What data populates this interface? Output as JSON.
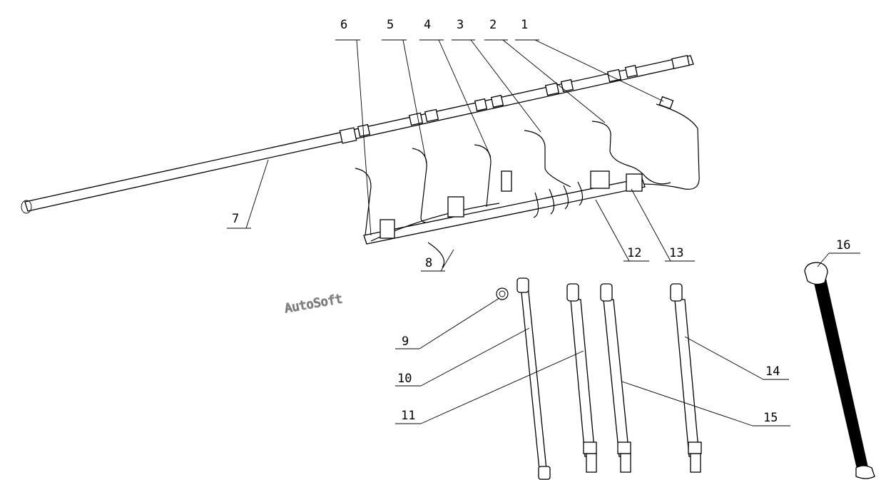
{
  "diagram": {
    "watermark": "AutoSoft",
    "callouts": [
      "1",
      "2",
      "3",
      "4",
      "5",
      "6",
      "7",
      "8",
      "9",
      "10",
      "11",
      "12",
      "13",
      "14",
      "15",
      "16"
    ]
  }
}
